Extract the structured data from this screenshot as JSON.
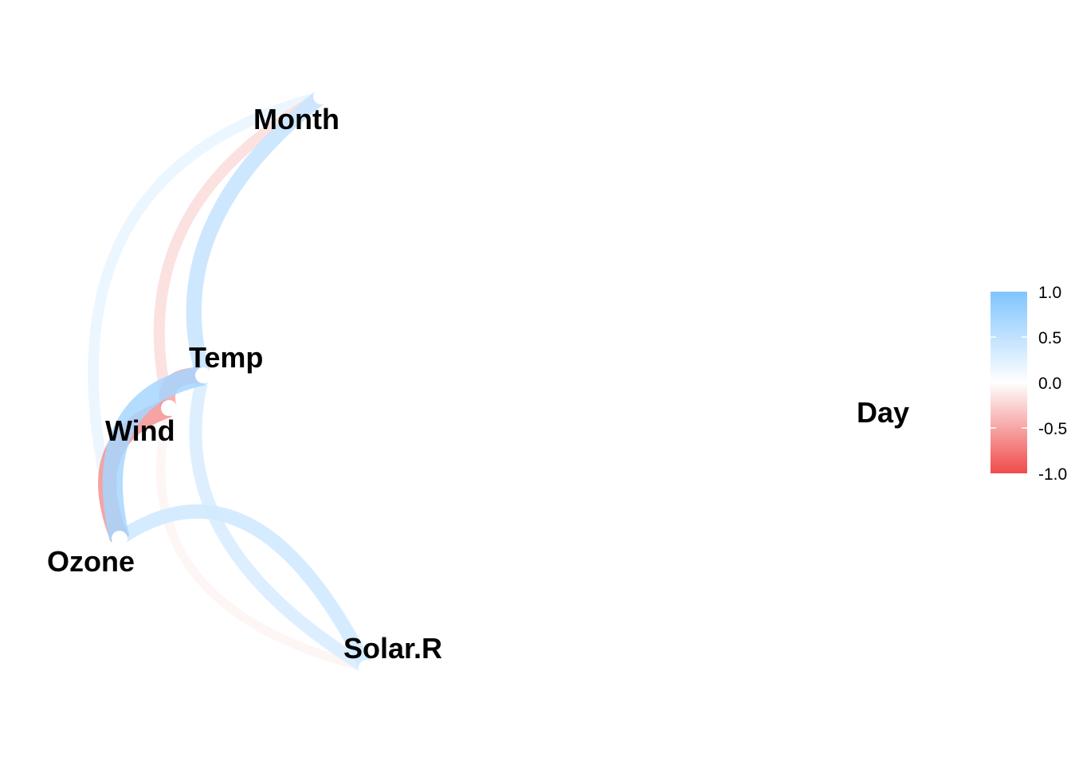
{
  "nodes": [
    {
      "id": "Month",
      "label": "Month"
    },
    {
      "id": "Temp",
      "label": "Temp"
    },
    {
      "id": "Wind",
      "label": "Wind"
    },
    {
      "id": "Ozone",
      "label": "Ozone"
    },
    {
      "id": "Solar.R",
      "label": "Solar.R"
    },
    {
      "id": "Day",
      "label": "Day"
    }
  ],
  "edges": [
    {
      "from": "Ozone",
      "to": "Month",
      "r": 0.16
    },
    {
      "from": "Wind",
      "to": "Month",
      "r": -0.18
    },
    {
      "from": "Ozone",
      "to": "Solar.R",
      "r": 0.35
    },
    {
      "from": "Wind",
      "to": "Solar.R",
      "r": -0.06
    },
    {
      "from": "Temp",
      "to": "Month",
      "r": 0.42
    },
    {
      "from": "Temp",
      "to": "Solar.R",
      "r": 0.28
    },
    {
      "from": "Ozone",
      "to": "Wind",
      "r": -0.6
    },
    {
      "from": "Wind",
      "to": "Temp",
      "r": -0.46
    },
    {
      "from": "Ozone",
      "to": "Temp",
      "r": 0.7
    }
  ],
  "legend": {
    "ticks": [
      "1.0",
      "0.5",
      "0.0",
      "-0.5",
      "-1.0"
    ],
    "colors": {
      "positive": "#80c4ff",
      "neutral": "#ffffff",
      "negative": "#ef4b4b"
    }
  }
}
